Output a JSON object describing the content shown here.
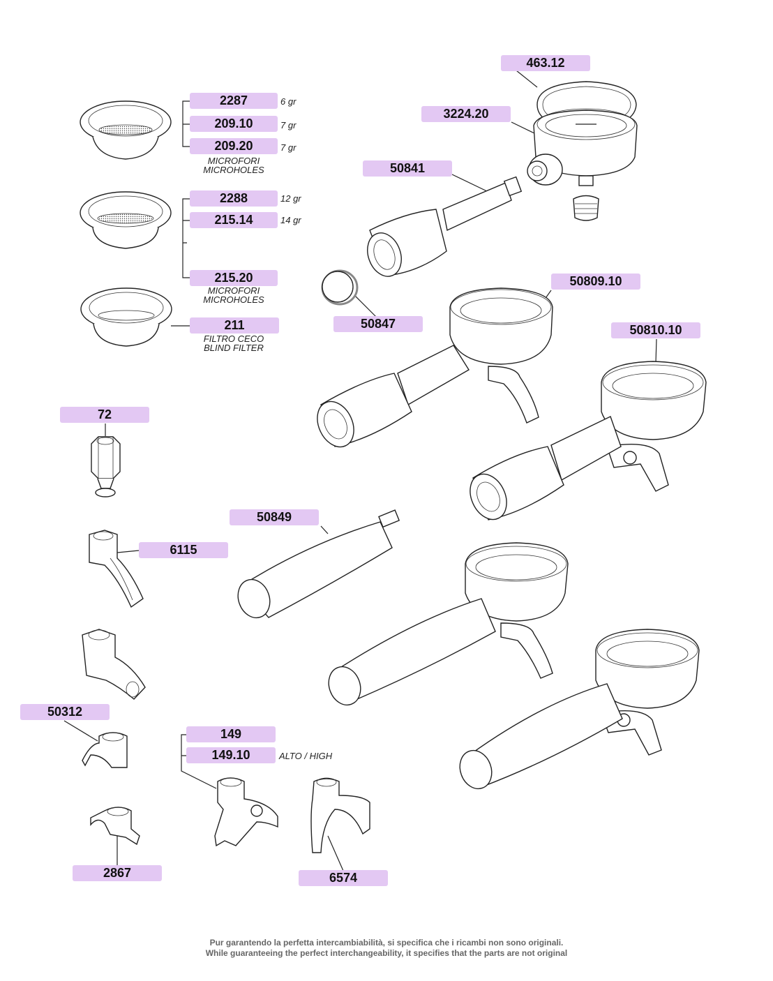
{
  "labels": {
    "p46312": "463.12",
    "p322420": "3224.20",
    "p2287": "2287",
    "p20910": "209.10",
    "p20920": "209.20",
    "p2288": "2288",
    "p21514": "215.14",
    "p21520": "215.20",
    "p211": "211",
    "p50841": "50841",
    "p50847": "50847",
    "p5080910": "50809.10",
    "p5081010": "50810.10",
    "p72": "72",
    "p6115": "6115",
    "p50849": "50849",
    "p50312": "50312",
    "p149": "149",
    "p14910": "149.10",
    "p2867": "2867",
    "p6574": "6574"
  },
  "notes": {
    "n2287": "6 gr",
    "n20910": "7 gr",
    "n20920": "7 gr",
    "n2288": "12 gr",
    "n21514": "14 gr",
    "n14910": "ALTO / HIGH"
  },
  "captions": {
    "microholes_a_it": "MICROFORI",
    "microholes_a_en": "MICROHOLES",
    "microholes_b_it": "MICROFORI",
    "microholes_b_en": "MICROHOLES",
    "blind_it": "FILTRO CECO",
    "blind_en": "BLIND FILTER"
  },
  "footer": {
    "it": "Pur garantendo la perfetta intercambiabilità, si specifica che i ricambi non sono originali.",
    "en": "While guaranteeing the perfect interchangeability, it specifies that the parts are not original"
  }
}
